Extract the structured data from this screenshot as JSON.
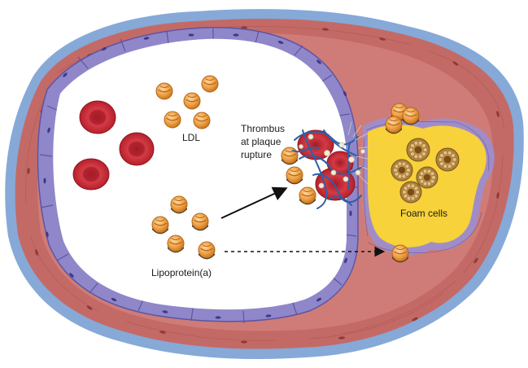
{
  "labels": {
    "ldl": "LDL",
    "thrombus": [
      "Thrombus",
      "at plaque",
      "rupture"
    ],
    "foam_cells": "Foam cells",
    "lipoprotein_a": "Lipoprotein(a)"
  },
  "colors": {
    "adventitia": "#86a9d8",
    "media": "#c46a66",
    "media_light": "#d98b86",
    "endothelium": "#8f87c9",
    "endothelium_dark": "#3f3a86",
    "lumen": "#ffffff",
    "red_blood_cell": "#c42a36",
    "red_blood_cell_dark": "#8f1620",
    "lipoprotein": "#e99a3a",
    "lipoprotein_dark": "#b26414",
    "apo_a": "#2b2b2b",
    "plaque_core": "#f7d23a",
    "foam_cell": "#b98a4a",
    "fibrin": "#2f5fa8",
    "platelet": "#f2ecd9",
    "arrow": "#111111"
  },
  "icons": [
    "artery-wall",
    "red-blood-cell",
    "ldl-particle",
    "lipoprotein-a-particle",
    "foam-cell",
    "thrombus",
    "arrow-solid",
    "arrow-dashed"
  ]
}
